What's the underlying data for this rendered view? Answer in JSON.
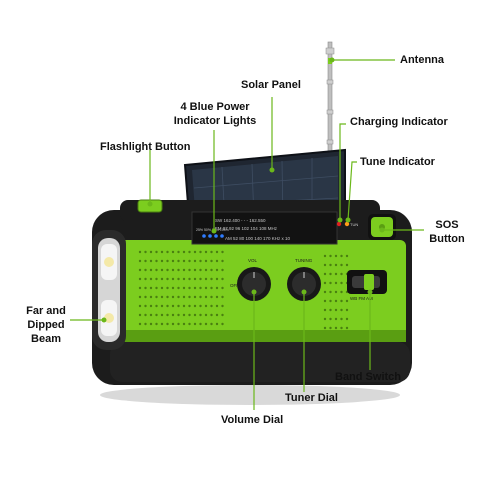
{
  "colors": {
    "body_green": "#7ccd1f",
    "body_green_dark": "#5a9e12",
    "casing_black": "#1c1c1c",
    "leader_line": "#6bb81a",
    "label_text": "#111111",
    "panel_blue": "#2a3646",
    "indicator_blue": "#2f7cff",
    "indicator_red": "#e02020",
    "indicator_orange": "#ff9a1a"
  },
  "callouts": {
    "antenna": "Antenna",
    "solar_panel": "Solar Panel",
    "blue_lights_line1": "4 Blue Power",
    "blue_lights_line2": "Indicator Lights",
    "charging_indicator": "Charging Indicator",
    "flashlight_button": "Flashlight Button",
    "tune_indicator": "Tune Indicator",
    "sos_line1": "SOS",
    "sos_line2": "Button",
    "beam_line1": "Far and",
    "beam_line2": "Dipped",
    "beam_line3": "Beam",
    "band_switch": "Band Switch",
    "tuner_dial": "Tuner Dial",
    "volume_dial": "Volume Dial"
  },
  "device": {
    "battery_percent_label": "25%  50%  75%  100%",
    "sw_scale": "SW  162.400 - - - 162.550",
    "fm_scale": "FM  87  92  96  102  104  108 MHz",
    "am_scale": "AM  52  80  100  140  170 KHz x 10",
    "vol_label": "VOL",
    "off_label": "OFF",
    "tuning_label": "TUNING",
    "band_labels": "WB  FM  AM",
    "tun_label": "TUN"
  }
}
